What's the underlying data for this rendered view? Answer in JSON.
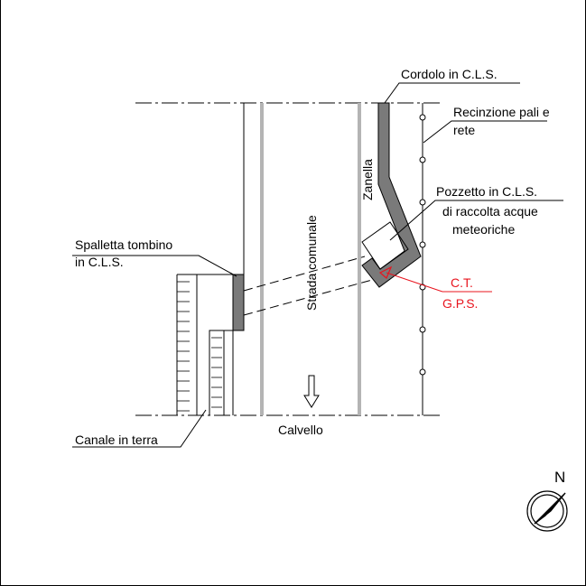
{
  "labels": {
    "cordolo": "Cordolo in C.L.S.",
    "recinzione_1": "Recinzione pali e",
    "recinzione_2": "rete",
    "zanella": "Zanella",
    "pozzetto_1": "Pozzetto in C.L.S.",
    "pozzetto_2": "di raccolta acque",
    "pozzetto_3": "meteoriche",
    "strada": "Strada comunale",
    "spalletta_1": "Spalletta tombino",
    "spalletta_2": "in C.L.S.",
    "ct": "C.T.",
    "gps": "G.P.S.",
    "calvello": "Calvello",
    "canale": "Canale in terra",
    "north": "N"
  },
  "colors": {
    "line": "#000000",
    "road_edge": "#b4b4b4",
    "concrete_fill": "#7a7a7a",
    "survey_red": "#e8141e"
  },
  "icons": {
    "compass": "north-arrow-compass-icon",
    "direction": "down-arrow-icon",
    "survey_point": "triangle-marker-icon"
  }
}
